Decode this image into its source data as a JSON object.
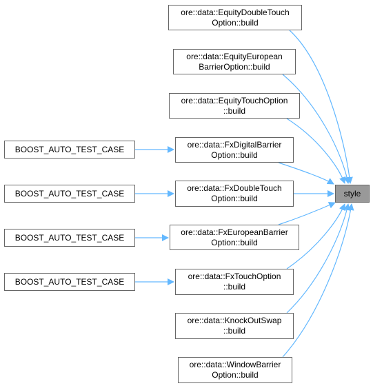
{
  "colors": {
    "edge": "#63b8ff",
    "border": "#666666",
    "target_fill": "#999999"
  },
  "target": {
    "label": "style"
  },
  "callers": [
    {
      "label": "ore::data::EquityDoubleTouch\nOption::build"
    },
    {
      "label": "ore::data::EquityEuropean\nBarrierOption::build"
    },
    {
      "label": "ore::data::EquityTouchOption\n::build"
    },
    {
      "label": "ore::data::FxDigitalBarrier\nOption::build"
    },
    {
      "label": "ore::data::FxDoubleTouch\nOption::build"
    },
    {
      "label": "ore::data::FxEuropeanBarrier\nOption::build"
    },
    {
      "label": "ore::data::FxTouchOption\n::build"
    },
    {
      "label": "ore::data::KnockOutSwap\n::build"
    },
    {
      "label": "ore::data::WindowBarrier\nOption::build"
    }
  ],
  "tests": [
    {
      "label": "BOOST_AUTO_TEST_CASE"
    },
    {
      "label": "BOOST_AUTO_TEST_CASE"
    },
    {
      "label": "BOOST_AUTO_TEST_CASE"
    },
    {
      "label": "BOOST_AUTO_TEST_CASE"
    }
  ]
}
